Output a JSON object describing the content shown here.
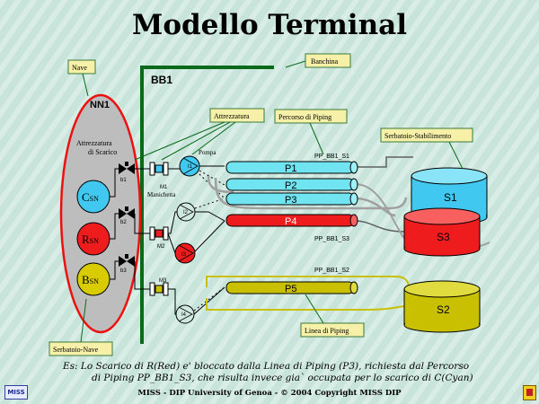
{
  "title": "Modello Terminal",
  "callouts": {
    "nave": "Nave",
    "banchina": "Banchina",
    "attrezzatura": "Attrezzatura",
    "percorso": "Percorso di Piping",
    "serbatoio_stab": "Serbatoio-Stabilimento",
    "serbatoio_nave": "Serbatoio-Nave",
    "linea": "Linea di Piping"
  },
  "labels": {
    "bb1": "BB1",
    "nn1": "NN1",
    "attr_scarico_1": "Attrezzatura",
    "attr_scarico_2": "di Scarico",
    "pompa": "Pompa",
    "m1": "M1",
    "manichetta": "Manichetta",
    "m2": "M2",
    "m3": "M3",
    "b1": "b1",
    "b2": "b2",
    "b3": "b3",
    "i1": "I1",
    "i2": "I2",
    "i3": "I3",
    "i4": "I4",
    "pp_s1": "PP_BB1_S1",
    "pp_s3": "PP_BB1_S3",
    "pp_s2": "PP_BB1_S2"
  },
  "ship_tanks": [
    {
      "letter": "C",
      "sub": "SN",
      "color": "#40c8f0"
    },
    {
      "letter": "R",
      "sub": "SN",
      "color": "#ee1c1c"
    },
    {
      "letter": "B",
      "sub": "SN",
      "color": "#d8cc00"
    }
  ],
  "pipes": [
    {
      "label": "P1",
      "color": "#70e4f0"
    },
    {
      "label": "P2",
      "color": "#70e4f0"
    },
    {
      "label": "P3",
      "color": "#70e4f0"
    },
    {
      "label": "P4",
      "color": "#ee1c1c"
    },
    {
      "label": "P5",
      "color": "#c8c000"
    }
  ],
  "plant_tanks": [
    {
      "label": "S1",
      "color": "#40c8f0"
    },
    {
      "label": "S3",
      "color": "#ee1c1c"
    },
    {
      "label": "S2",
      "color": "#c8c000"
    }
  ],
  "caption": {
    "line1": "Es:  Lo Scarico di R(Red) e' bloccato dalla Linea di Piping  (P3), richiesta dal  Percorso",
    "line2": "di Piping  PP_BB1_S3, che risulta invece gia` occupata per lo scarico di C(Cyan)"
  },
  "footer": "MISS - DIP University of Genoa  -  © 2004 Copyright MISS DIP",
  "logo_text": "MISS"
}
